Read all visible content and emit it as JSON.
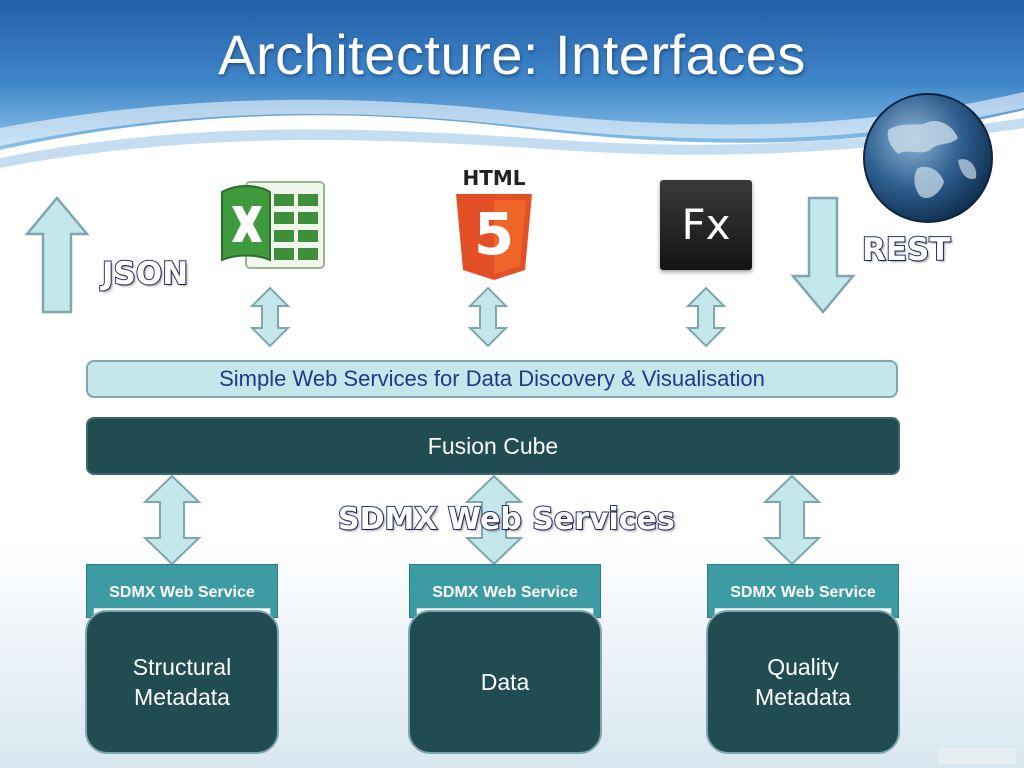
{
  "title": "Architecture: Interfaces",
  "labels": {
    "json": "JSON",
    "rest": "REST",
    "sdmx_web_services": "SDMX Web Services"
  },
  "layers": {
    "simple_web_services": "Simple Web Services for Data Discovery & Visualisation",
    "fusion_cube": "Fusion Cube"
  },
  "services": [
    {
      "tab": "SDMX Web Service",
      "store_line1": "Structural",
      "store_line2": "Metadata"
    },
    {
      "tab": "SDMX Web Service",
      "store_line1": "Data",
      "store_line2": ""
    },
    {
      "tab": "SDMX Web Service",
      "store_line1": "Quality",
      "store_line2": "Metadata"
    }
  ],
  "icons": {
    "html5_text": "HTML",
    "html5_number": "5",
    "flex_text": "Fx"
  },
  "colors": {
    "dark_teal": "#214c52",
    "light_cyan": "#c3e7eb",
    "tab_teal": "#3d9ba3",
    "label_outline": "#2b2f78",
    "header_blue": "#2e6fb4"
  }
}
